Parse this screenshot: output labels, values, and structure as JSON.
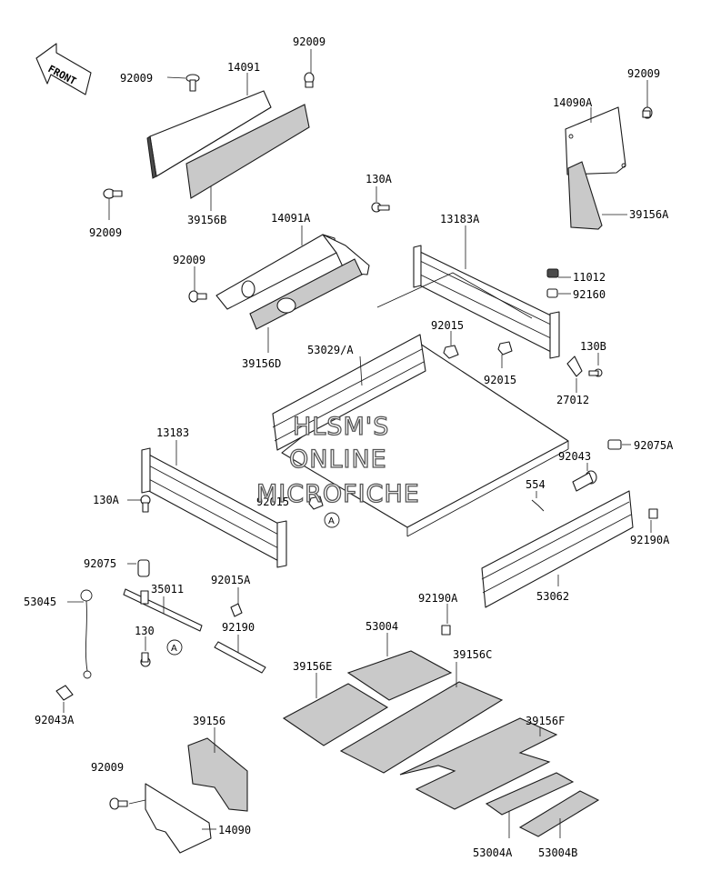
{
  "front_label": "FRONT",
  "watermark": [
    "HLSM'S",
    "ONLINE",
    "MICROFICHE"
  ],
  "ref_mark": "A",
  "parts": {
    "p92009_a": "92009",
    "p92009_b": "92009",
    "p92009_c": "92009",
    "p92009_d": "92009",
    "p92009_e": "92009",
    "p92009_f": "92009",
    "p14091": "14091",
    "p39156b": "39156B",
    "p14090a": "14090A",
    "p39156a": "39156A",
    "p14091a": "14091A",
    "p39156d": "39156D",
    "p130a_top": "130A",
    "p13183a": "13183A",
    "p11012": "11012",
    "p92160": "92160",
    "p92015_a": "92015",
    "p92015_b": "92015",
    "p92015_c": "92015",
    "p53029": "53029/A",
    "p130b": "130B",
    "p27012": "27012",
    "p13183": "13183",
    "p92075a": "92075A",
    "p92043": "92043",
    "p130a_left": "130A",
    "p554": "554",
    "p92190a_right": "92190A",
    "p92075": "92075",
    "p35011": "35011",
    "p92015a": "92015A",
    "p53045": "53045",
    "p92190a_mid": "92190A",
    "p53062": "53062",
    "p130": "130",
    "p92190": "92190",
    "p53004": "53004",
    "p39156e": "39156E",
    "p39156c": "39156C",
    "p92043a": "92043A",
    "p39156f": "39156F",
    "p39156": "39156",
    "p14090": "14090",
    "p53004a": "53004A",
    "p53004b": "53004B"
  }
}
